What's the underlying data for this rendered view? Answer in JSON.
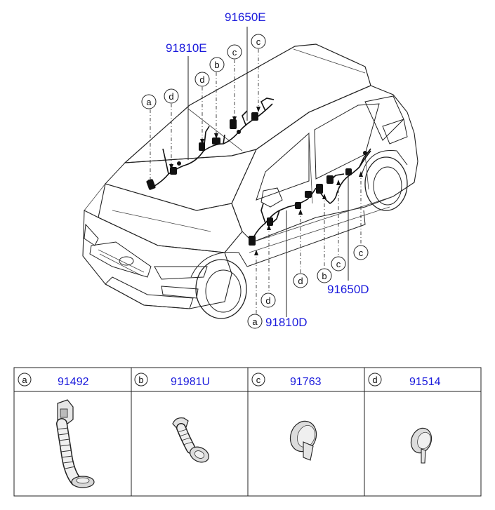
{
  "callouts": {
    "top_right_part": "91650E",
    "top_left_part": "91810E",
    "bottom_left_part": "91810D",
    "bottom_right_part": "91650D",
    "letters": {
      "a": "a",
      "b": "b",
      "c": "c",
      "d": "d"
    }
  },
  "legend": {
    "cells": [
      {
        "letter": "a",
        "part": "91492"
      },
      {
        "letter": "b",
        "part": "91981U"
      },
      {
        "letter": "c",
        "part": "91763"
      },
      {
        "letter": "d",
        "part": "91514"
      }
    ]
  },
  "colors": {
    "part_number_blue": "#1a1adc",
    "line_black": "#222222"
  }
}
